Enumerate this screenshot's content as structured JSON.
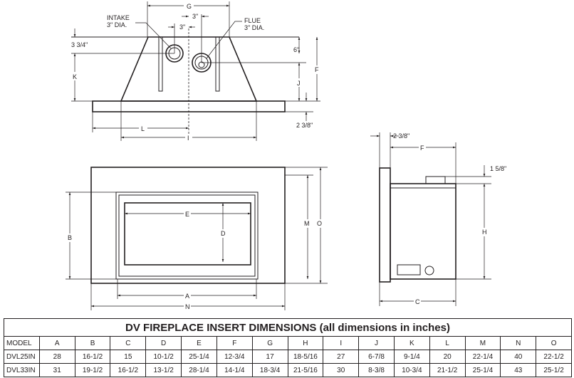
{
  "diagram": {
    "top_view": {
      "intake_label": "INTAKE",
      "intake_dia": "3\" DIA.",
      "flue_label": "FLUE",
      "flue_dia": "3\" DIA.",
      "G": "G",
      "three_a": "3\"",
      "three_b": "3\"",
      "three_three_quarter": "3 3/4\"",
      "K": "K",
      "L": "L",
      "I": "I",
      "six": "6\"",
      "J": "J",
      "F": "F",
      "two_three_eighths": "2 3/8\""
    },
    "front_view": {
      "A": "A",
      "B": "B",
      "D": "D",
      "E": "E",
      "M": "M",
      "N": "N",
      "O": "O"
    },
    "side_view": {
      "two_three_eighths": "2 3/8\"",
      "F": "F",
      "one_five_eighths": "1 5/8\"",
      "H": "H",
      "C": "C"
    }
  },
  "table": {
    "title": "DV FIREPLACE INSERT DIMENSIONS (all dimensions in inches)",
    "headers": [
      "MODEL",
      "A",
      "B",
      "C",
      "D",
      "E",
      "F",
      "G",
      "H",
      "I",
      "J",
      "K",
      "L",
      "M",
      "N",
      "O"
    ],
    "rows": [
      [
        "DVL25IN",
        "28",
        "16-1/2",
        "15",
        "10-1/2",
        "25-1/4",
        "12-3/4",
        "17",
        "18-5/16",
        "27",
        "6-7/8",
        "9-1/4",
        "20",
        "22-1/4",
        "40",
        "22-1/2"
      ],
      [
        "DVL33IN",
        "31",
        "19-1/2",
        "16-1/2",
        "13-1/2",
        "28-1/4",
        "14-1/4",
        "18-3/4",
        "21-5/16",
        "30",
        "8-3/8",
        "10-3/4",
        "21-1/2",
        "25-1/4",
        "43",
        "25-1/2"
      ]
    ]
  }
}
